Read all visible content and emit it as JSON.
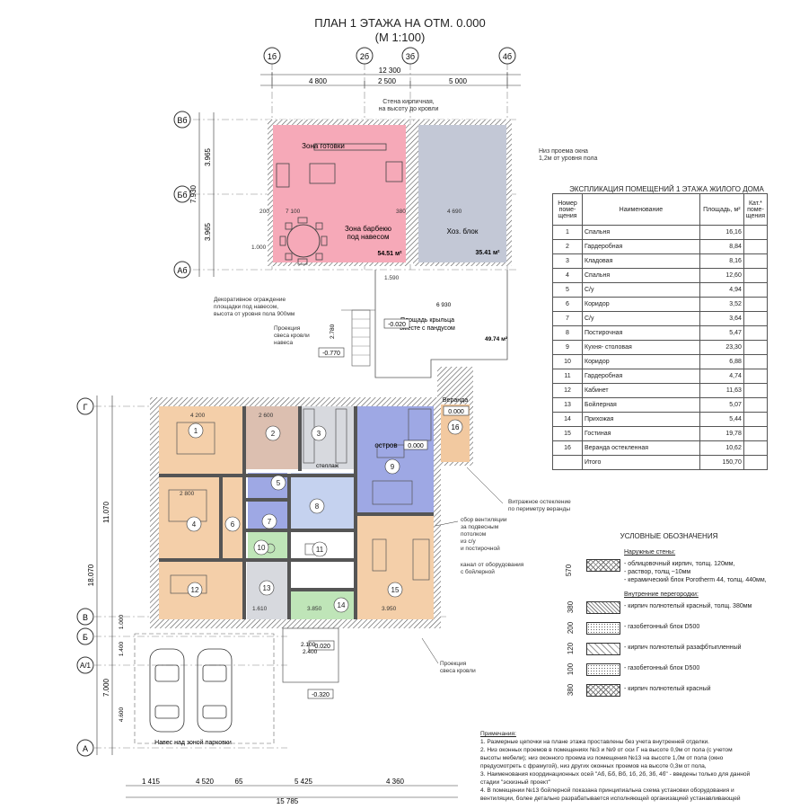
{
  "title": {
    "line1": "ПЛАН 1 ЭТАЖА НА ОТМ. 0.000",
    "line2": "(М 1:100)"
  },
  "axes_top": [
    "1б",
    "2б",
    "3б",
    "4б"
  ],
  "axes_left_upper": [
    "Вб",
    "Бб",
    "Аб"
  ],
  "axes_left_lower": [
    "Г",
    "В",
    "Б",
    "А/1",
    "А"
  ],
  "dims": {
    "top_total": "12 300",
    "top_1": "4 800",
    "top_2": "2 500",
    "top_3": "5 000",
    "left_1": "3.965",
    "left_2": "7.930",
    "left_3": "3.965",
    "left_big": "18.070",
    "left_main": "11.070",
    "left_lower": "7.000",
    "left_1000": "1.000",
    "left_1400": "1.400",
    "left_4600": "4.600",
    "bottom_1": "1 415",
    "bottom_2": "4 520",
    "bottom_3": "65",
    "bottom_4": "5 425",
    "bottom_5": "4 360",
    "bottom_total": "15 785",
    "d_7100": "7 100",
    "d_4690": "4 690",
    "d_6930": "6 930",
    "d_380": "380",
    "d_200": "200",
    "d_1000": "1.000",
    "d_1590": "1.590",
    "d_2780": "2.780",
    "d_4200": "4 200",
    "d_2600": "2 600",
    "d_2800": "2 800",
    "d_3850": "3.850",
    "d_3950": "3.950",
    "d_1610": "1.610",
    "d_2100": "2.100",
    "d_2400": "2.400"
  },
  "labels": {
    "wall_note": "Стена кирпичная,\nна высоту до кровли",
    "cooking": "Зона готовки",
    "bbq": "Зона барбекю\nпод навесом",
    "bbq_area": "54.51 м²",
    "hoz": "Хоз. блок",
    "hoz_area": "35.41 м²",
    "window_note": "Низ проема окна\n1,2м от уровня пола",
    "fence_note": "Декоративное ограждение\nплощадки под навесом,\nвысота от уровня пола 900мм",
    "roof_proj": "Проекция\nсвеса кровли\nнавеса",
    "porch": "Площадь крыльца\nвместе с пандусом",
    "porch_area": "49.74 м²",
    "lvl_020": "-0.020",
    "lvl_770": "-0.770",
    "lvl_320": "-0.320",
    "lvl_0": "0.000",
    "veranda": "Веранда",
    "island": "остров",
    "stairs": "стеллаж",
    "glazing": "Витражное остекление\nпо периметру веранды",
    "vent": "сбор вентиляции\nза подвесным\nпотолком\nиз с/у\nи постирочной",
    "channel": "канал от оборудования\nс бойлерной",
    "roof_proj2": "Проекция\nсвеса кровли",
    "parking": "Навес над зоной парковки"
  },
  "rooms": [
    "1",
    "2",
    "3",
    "4",
    "5",
    "6",
    "7",
    "8",
    "9",
    "10",
    "11",
    "12",
    "13",
    "14",
    "15",
    "16"
  ],
  "explication": {
    "title": "ЭКСПЛИКАЦИЯ ПОМЕЩЕНИЙ 1 ЭТАЖА ЖИЛОГО ДОМА",
    "headers": [
      "Номер поме-щения",
      "Наименование",
      "Площадь, м²",
      "Кат.* поме-щения"
    ],
    "rows": [
      [
        "1",
        "Спальня",
        "16,16"
      ],
      [
        "2",
        "Гардеробная",
        "8,84"
      ],
      [
        "3",
        "Кладовая",
        "8,16"
      ],
      [
        "4",
        "Спальня",
        "12,60"
      ],
      [
        "5",
        "С/у",
        "4,94"
      ],
      [
        "6",
        "Коридор",
        "3,52"
      ],
      [
        "7",
        "С/у",
        "3,64"
      ],
      [
        "8",
        "Постирочная",
        "5,47"
      ],
      [
        "9",
        "Кухня- столовая",
        "23,30"
      ],
      [
        "10",
        "Коридор",
        "6,88"
      ],
      [
        "11",
        "Гардеробная",
        "4,74"
      ],
      [
        "12",
        "Кабинет",
        "11,63"
      ],
      [
        "13",
        "Бойлерная",
        "5,07"
      ],
      [
        "14",
        "Прихожая",
        "5,44"
      ],
      [
        "15",
        "Гостиная",
        "19,78"
      ],
      [
        "16",
        "Веранда остекленная",
        "10,62"
      ]
    ],
    "total_label": "Итого",
    "total_value": "150,70"
  },
  "legend": {
    "title": "УСЛОВНЫЕ ОБОЗНАЧЕНИЯ",
    "outer_title": "Наружные стены:",
    "outer_num": "570",
    "outer_text": "- облицовочный кирпич, толщ. 120мм,\n- раствор, толщ ~10мм\n- керамический блок Porotherm 44, толщ. 440мм,",
    "inner_title": "Внутренние перегородки:",
    "items": [
      {
        "num": "380",
        "text": "- кирпич полнотелый красный, толщ. 380мм"
      },
      {
        "num": "200",
        "text": "- газобетонный блок D500"
      },
      {
        "num": "120",
        "text": "- кирпич полнотелый разафбтыпленный"
      },
      {
        "num": "100",
        "text": "- газобетонный блок D500"
      },
      {
        "num": "380",
        "text": "- кирпич полнотелый красный"
      }
    ]
  },
  "notes": {
    "head": "Примечания:",
    "lines": [
      "1. Размерные цепочки на плане этажа проставлены без учета внутренней отделки.",
      "2. Низ оконных проемов в помещениях №3 и №9  от оси Г на высоте 0,9м от пола (с учетом",
      "высоты мебели); низ оконного проема из помещения №13 на высоте 1,0м от пола (окно",
      "предусмотреть с фрамугой), низ других оконных проемов на высоте 0,3м от пола,",
      "3. Наименования координационных осей \"Аб, Бб, Вб, 1б, 2б, 3б, 4б\" - введены только для данной",
      "стадии \"эскизный проект\"",
      "4. В помещении №13 бойлерной показана принципиальна схема установки оборудования и",
      "вентиляции, более детально разрабатывается исполняющей организацией устанавливающей"
    ]
  },
  "colors": {
    "bbq_fill": "#f6a9b8",
    "hoz_fill": "#c3c8d6",
    "orange_fill": "#f4cfa9",
    "brown_fill": "#dcbfb0",
    "blue_fill": "#9ea8e4",
    "green_fill": "#bfe5b8",
    "gray_fill": "#d7d9de",
    "veranda_fill": "#f2c9a0",
    "lightblue_fill": "#c5d2ef"
  }
}
